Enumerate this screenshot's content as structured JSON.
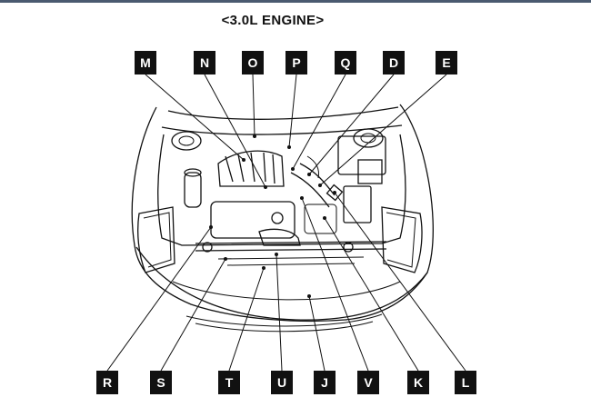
{
  "title": "<3.0L ENGINE>",
  "top_labels": [
    "M",
    "N",
    "O",
    "P",
    "Q",
    "D",
    "E"
  ],
  "bottom_labels": [
    "R",
    "S",
    "T",
    "U",
    "J",
    "V",
    "K",
    "L"
  ]
}
